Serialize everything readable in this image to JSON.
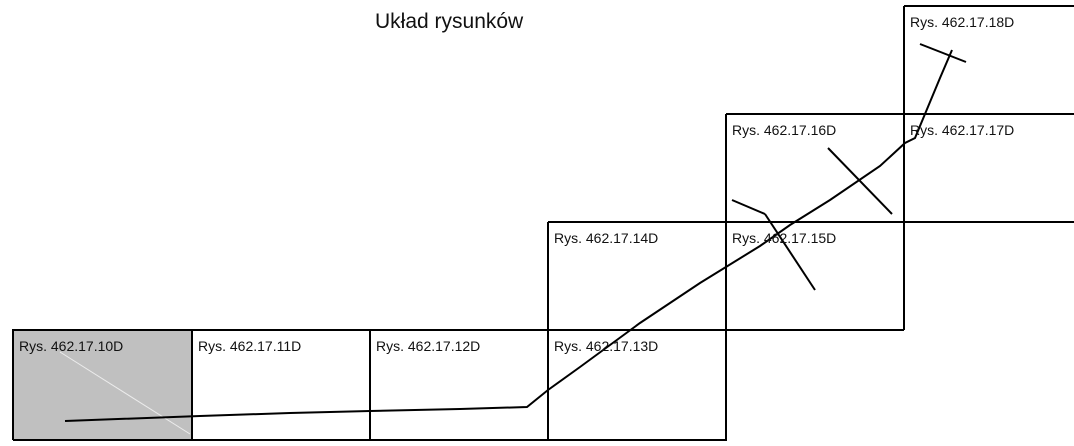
{
  "title": "Układ rysunków",
  "sheets": [
    {
      "id": "s10",
      "label": "Rys. 462.17.10D",
      "highlighted": true
    },
    {
      "id": "s11",
      "label": "Rys. 462.17.11D",
      "highlighted": false
    },
    {
      "id": "s12",
      "label": "Rys. 462.17.12D",
      "highlighted": false
    },
    {
      "id": "s13",
      "label": "Rys. 462.17.13D",
      "highlighted": false
    },
    {
      "id": "s14",
      "label": "Rys. 462.17.14D",
      "highlighted": false
    },
    {
      "id": "s15",
      "label": "Rys. 462.17.15D",
      "highlighted": false
    },
    {
      "id": "s16",
      "label": "Rys. 462.17.16D",
      "highlighted": false
    },
    {
      "id": "s17",
      "label": "Rys. 462.17.17D",
      "highlighted": false
    },
    {
      "id": "s18",
      "label": "Rys. 462.17.18D",
      "highlighted": false
    }
  ],
  "colors": {
    "highlight": "#c0c0c0",
    "line": "#000000"
  }
}
